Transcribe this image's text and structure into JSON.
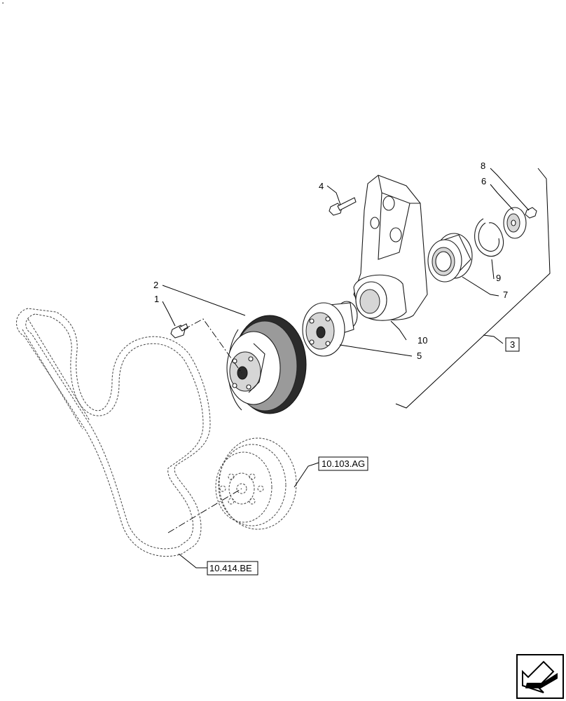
{
  "corner_mark": "·",
  "callouts": [
    {
      "id": "1",
      "label": "1"
    },
    {
      "id": "2",
      "label": "2"
    },
    {
      "id": "3",
      "label": "3"
    },
    {
      "id": "4",
      "label": "4"
    },
    {
      "id": "5",
      "label": "5"
    },
    {
      "id": "6",
      "label": "6"
    },
    {
      "id": "7",
      "label": "7"
    },
    {
      "id": "8",
      "label": "8"
    },
    {
      "id": "9",
      "label": "9"
    },
    {
      "id": "10",
      "label": "10"
    }
  ],
  "references": {
    "damper": "10.103.AG",
    "belt": "10.414.BE"
  },
  "navigation": {
    "icon": "return-arrow-icon"
  }
}
